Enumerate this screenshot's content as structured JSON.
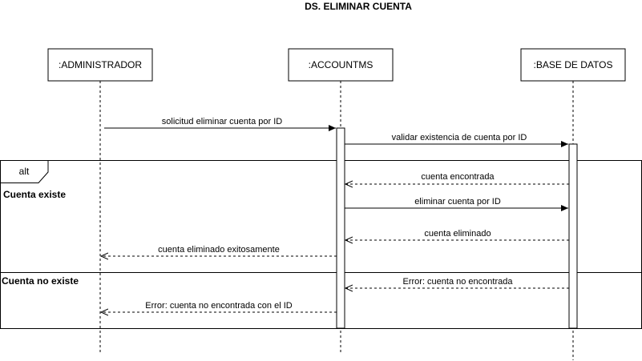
{
  "diagram": {
    "title": "DS. ELIMINAR CUENTA",
    "participants": [
      {
        "id": "admin",
        "label": ":ADMINISTRADOR"
      },
      {
        "id": "accountms",
        "label": ":ACCOUNTMS"
      },
      {
        "id": "db",
        "label": ":BASE DE DATOS"
      }
    ],
    "alt_fragment": {
      "operator": "alt",
      "guard_exists": "Cuenta existe",
      "guard_not_exists": "Cuenta no existe"
    },
    "messages": [
      {
        "from": "admin",
        "to": "accountms",
        "kind": "sync",
        "label": "solicitud eliminar cuenta por ID"
      },
      {
        "from": "accountms",
        "to": "db",
        "kind": "sync",
        "label": "validar existencia de cuenta por ID"
      },
      {
        "from": "db",
        "to": "accountms",
        "kind": "reply",
        "label": "cuenta encontrada"
      },
      {
        "from": "accountms",
        "to": "db",
        "kind": "sync",
        "label": "eliminar cuenta por ID"
      },
      {
        "from": "db",
        "to": "accountms",
        "kind": "reply",
        "label": "cuenta eliminado"
      },
      {
        "from": "accountms",
        "to": "admin",
        "kind": "reply",
        "label": "cuenta eliminado exitosamente"
      },
      {
        "from": "db",
        "to": "accountms",
        "kind": "reply",
        "label": "Error: cuenta no encontrada"
      },
      {
        "from": "accountms",
        "to": "admin",
        "kind": "reply",
        "label": "Error: cuenta no encontrada con el ID"
      }
    ]
  }
}
